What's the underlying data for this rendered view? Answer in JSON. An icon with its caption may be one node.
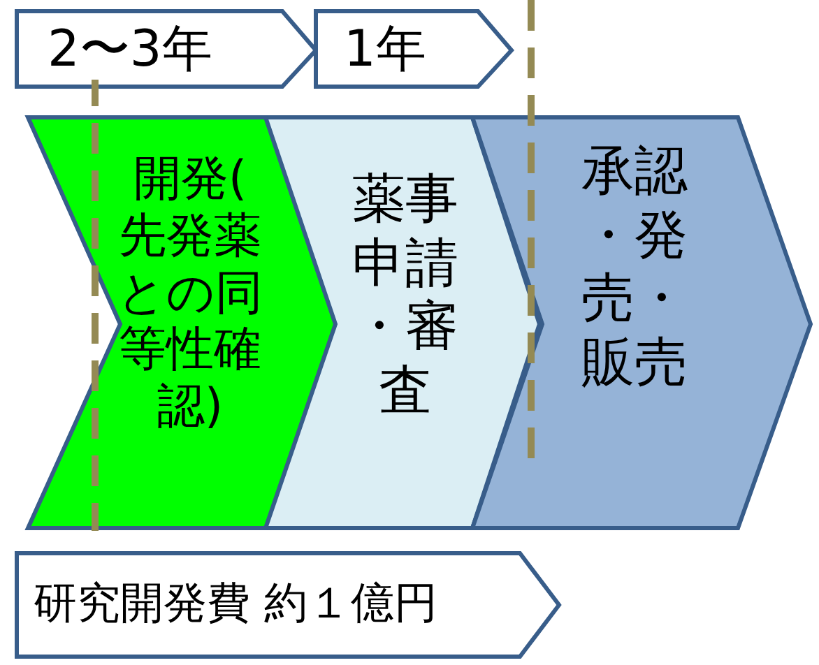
{
  "diagram": {
    "nodes": [
      {
        "text": [
          "2〜3年"
        ]
      },
      {
        "text": [
          "1年"
        ]
      },
      {
        "text": [
          "開発(先発薬との同等性確認)"
        ]
      },
      {
        "text": [
          "薬事申請・審査"
        ]
      },
      {
        "text": [
          "承認・発売・販売"
        ]
      },
      {
        "text": [
          "研究開発費 約１億円"
        ]
      }
    ]
  }
}
